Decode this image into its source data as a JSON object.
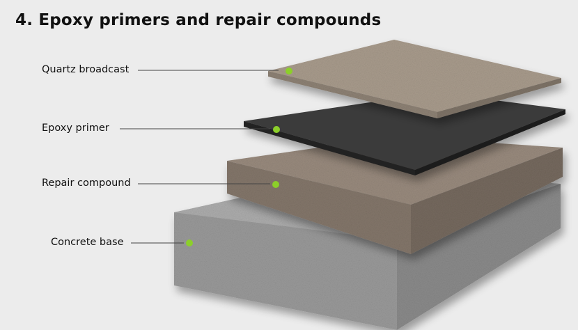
{
  "title": "4. Epoxy primers and repair compounds",
  "layers": [
    {
      "label": "Quartz broadcast"
    },
    {
      "label": "Epoxy primer"
    },
    {
      "label": "Repair compound"
    },
    {
      "label": "Concrete base"
    }
  ],
  "colors": {
    "background": "#ececec",
    "marker": "#8ccf2a",
    "leader": "#444444"
  }
}
